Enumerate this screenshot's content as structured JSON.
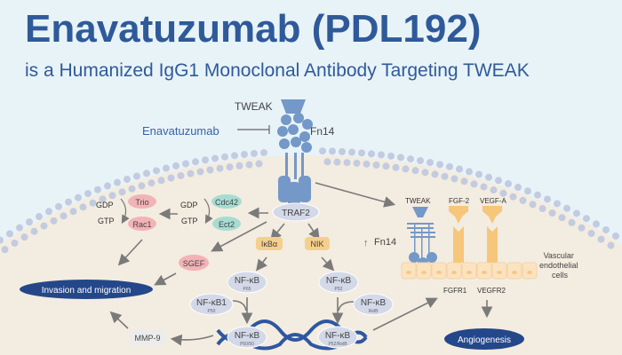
{
  "title": "Enavatuzumab (PDL192)",
  "subtitle": "is a Humanized IgG1 Monoclonal Antibody Targeting TWEAK",
  "colors": {
    "title": "#2f5a9a",
    "background": "#e8f3f8",
    "cell": "#f3ece0",
    "receptor": "#6f94c6",
    "node": "#d3d9e8",
    "pink": "#f2b3b6",
    "teal": "#a7dcd2",
    "orange": "#f6cf8c",
    "dark_oval": "#24478a"
  },
  "labels": {
    "tweak_top": "TWEAK",
    "drug": "Enavatuzumab",
    "fn14": "Fn14",
    "traf2": "TRAF2",
    "gdp1": "GDP",
    "gtp1": "GTP",
    "trio": "Trio",
    "rac1": "Rac1",
    "gdp2": "GDP",
    "gtp2": "GTP",
    "cdc42": "Cdc42",
    "ect2": "Ect2",
    "ikba": "IκBα",
    "nik": "NIK",
    "sgef": "SGEF",
    "invasion": "Invasion and migration",
    "nfkb": "NF-κB",
    "p65": "P65",
    "nfkb1": "NF-κB1",
    "p50": "P50",
    "p52": "P52",
    "relb": "RelB",
    "p5050": "P50/50",
    "p52relb": "P52/RelB",
    "mmp9": "MMP-9",
    "fn14_up": "Fn14",
    "tweak_right": "TWEAK",
    "fgf2": "FGF-2",
    "vegfa": "VEGF-A",
    "vascular": [
      "Vascular",
      "endothelial",
      "cells"
    ],
    "fgfr1": "FGFR1",
    "vegfr2": "VEGFR2",
    "angiogenesis": "Angiogenesis"
  }
}
